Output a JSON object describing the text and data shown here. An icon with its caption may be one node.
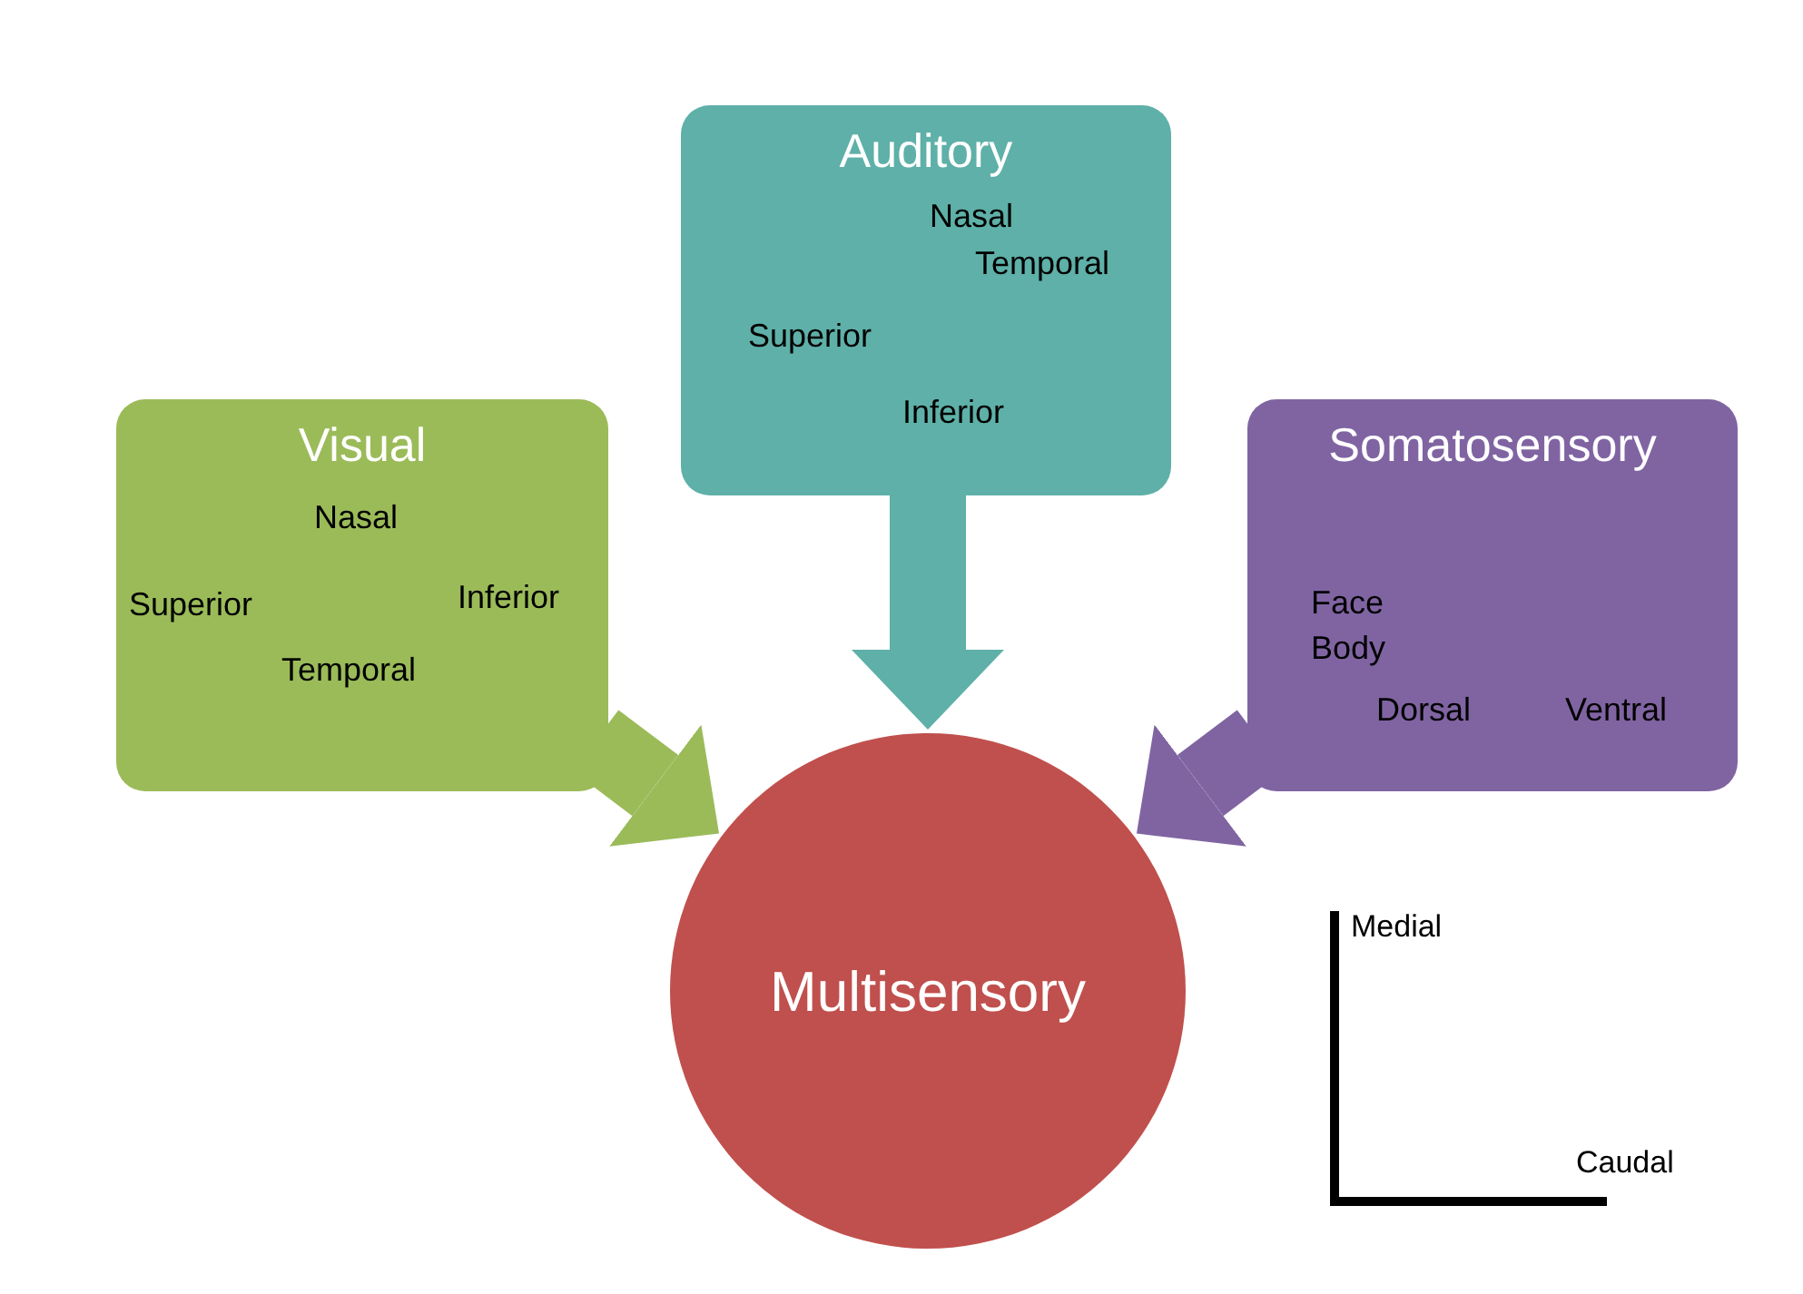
{
  "diagram": {
    "nodes": [
      {
        "text": [
          "Auditory",
          "Nasal",
          "Temporal",
          "Superior",
          "Inferior"
        ]
      },
      {
        "text": [
          "Visual",
          "Nasal",
          "Superior",
          "Inferior",
          "Temporal"
        ]
      },
      {
        "text": [
          "Somatosensory",
          "Face",
          "Body",
          "Dorsal",
          "Ventral"
        ]
      },
      {
        "text": [
          "Multisensory"
        ]
      }
    ],
    "edges": [
      {
        "from": 0,
        "to": 3,
        "arrow": "to",
        "color": "#5eb0a8"
      },
      {
        "from": 1,
        "to": 3,
        "arrow": "to",
        "color": "#9bbb59"
      },
      {
        "from": 2,
        "to": 3,
        "arrow": "to",
        "color": "#8064a2"
      }
    ],
    "labels": [
      "Medial",
      "Caudal"
    ]
  }
}
